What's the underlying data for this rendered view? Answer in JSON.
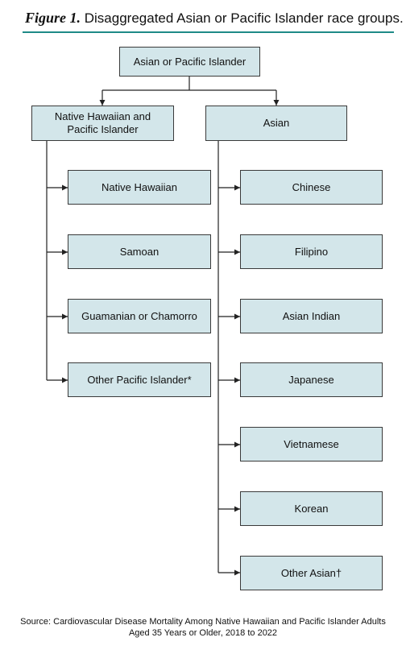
{
  "caption": {
    "figure_label": "Figure 1.",
    "title": "Disaggregated Asian or Pacific Islander race groups."
  },
  "root": "Asian or Pacific Islander",
  "nhpi": {
    "label": "Native Hawaiian and Pacific Islander",
    "children": [
      "Native Hawaiian",
      "Samoan",
      "Guamanian or Chamorro",
      "Other Pacific Islander*"
    ]
  },
  "asian": {
    "label": "Asian",
    "children": [
      "Chinese",
      "Filipino",
      "Asian Indian",
      "Japanese",
      "Vietnamese",
      "Korean",
      "Other Asian†"
    ]
  },
  "source": {
    "line1": "Source: Cardiovascular Disease Mortality Among Native Hawaiian and Pacific Islander Adults",
    "line2": "Aged 35 Years or Older, 2018 to 2022"
  }
}
